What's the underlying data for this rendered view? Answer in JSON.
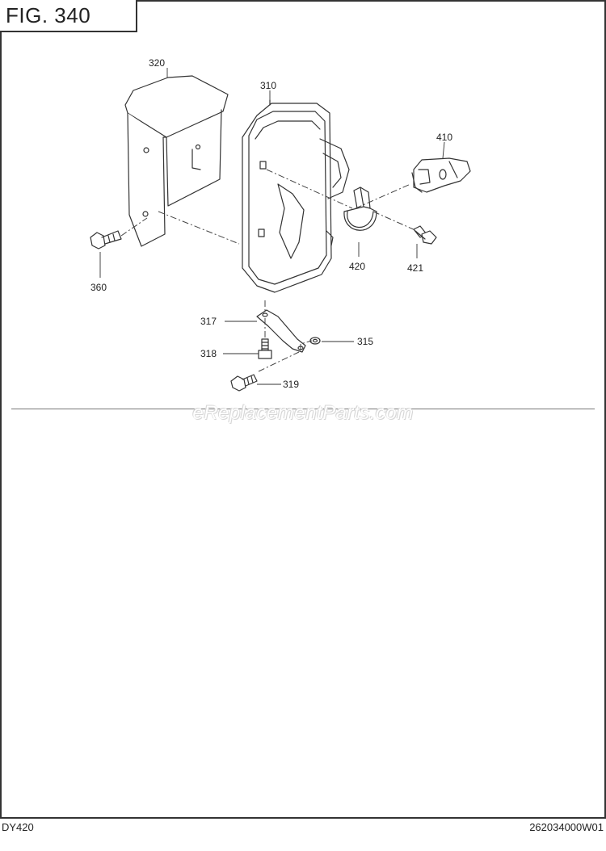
{
  "figure": {
    "title": "FIG. 340"
  },
  "parts": [
    {
      "id": "320"
    },
    {
      "id": "310"
    },
    {
      "id": "410"
    },
    {
      "id": "360"
    },
    {
      "id": "420"
    },
    {
      "id": "421"
    },
    {
      "id": "317"
    },
    {
      "id": "318"
    },
    {
      "id": "315"
    },
    {
      "id": "319"
    }
  ],
  "watermark": "eReplacementParts.com",
  "footer": {
    "model": "DY420",
    "code": "262034000W01"
  }
}
